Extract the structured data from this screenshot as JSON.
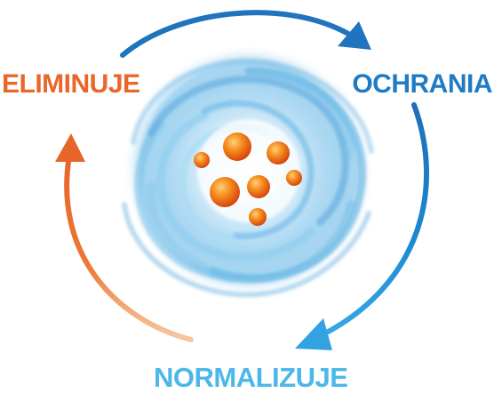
{
  "labels": {
    "eliminuje": "ELIMINUJE",
    "ochrania": "OCHRANIA",
    "normalizuje": "NORMALIZUJE"
  },
  "colors": {
    "orange": "#E8672A",
    "blue": "#1F7BC4",
    "light_blue": "#4BB8E8",
    "swirl_blue": "#4FA6DC",
    "particle": "#F07A1A"
  },
  "icons": {
    "center": "particles-icon",
    "swirl": "swirl-icon"
  }
}
